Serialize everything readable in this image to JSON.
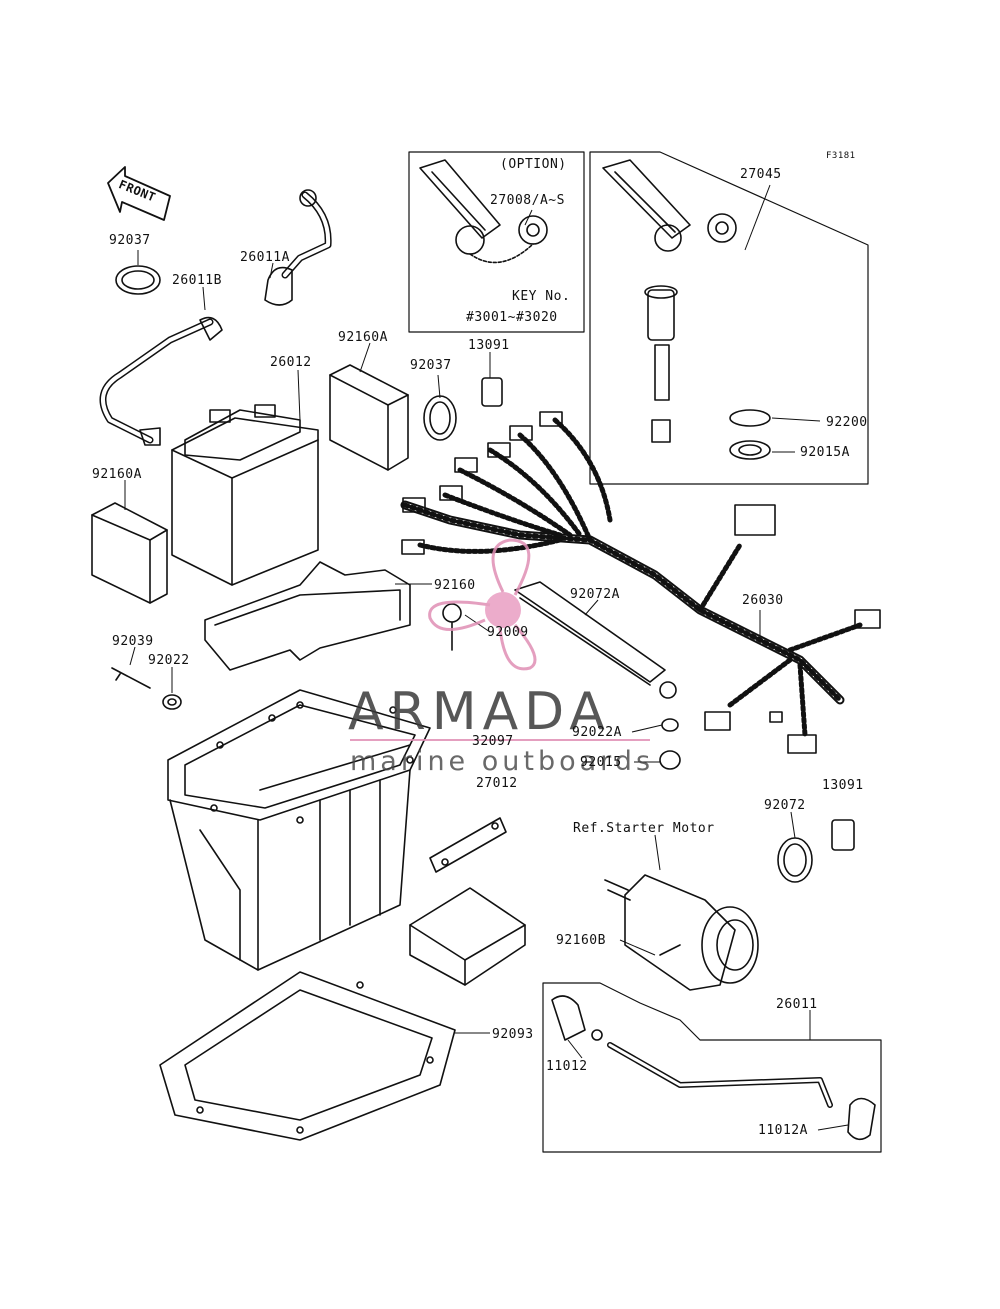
{
  "figure_code": "F3181",
  "front_label": "FRONT",
  "watermark": {
    "title": "ARMADA",
    "subtitle": "marine outboards",
    "accent": "#e8a0c0"
  },
  "option_box": {
    "title": "(OPTION)",
    "part": "27008/A~S",
    "key_label": "KEY No.",
    "key_range": "#3001~#3020"
  },
  "ref_label": "Ref.Starter Motor",
  "callouts": {
    "c27045": "27045",
    "c92037a": "92037",
    "c26011a": "26011A",
    "c26011b": "26011B",
    "c92160a_top": "92160A",
    "c26012": "26012",
    "c92037b": "92037",
    "c13091a": "13091",
    "c92200": "92200",
    "c92015a": "92015A",
    "c92160a_left": "92160A",
    "c92160": "92160",
    "c92072a": "92072A",
    "c92009": "92009",
    "c26030": "26030",
    "c92039": "92039",
    "c92022": "92022",
    "c32097": "32097",
    "c92022a": "92022A",
    "c92015": "92015",
    "c27012": "27012",
    "c13091b": "13091",
    "c92072": "92072",
    "c92160b": "92160B",
    "c26011": "26011",
    "c92093": "92093",
    "c11012": "11012",
    "c11012a": "11012A"
  }
}
